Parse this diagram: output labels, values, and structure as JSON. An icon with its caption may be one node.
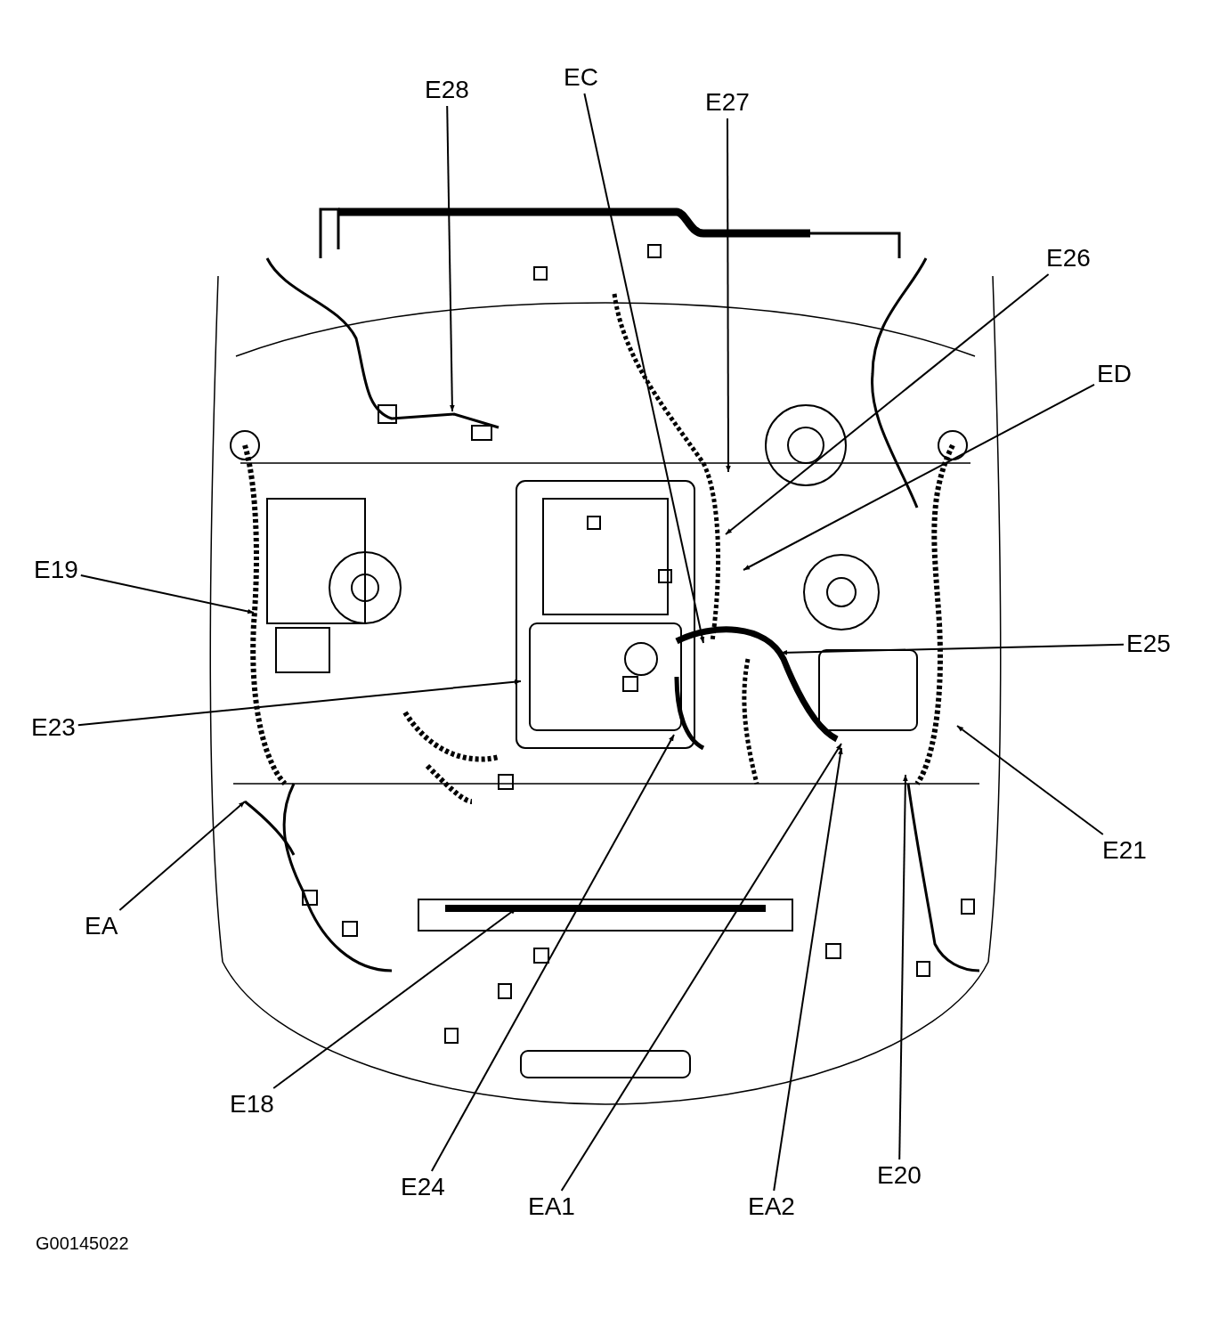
{
  "diagram": {
    "nodes": [
      {
        "text": [
          "EC"
        ]
      },
      {
        "text": [
          "E28"
        ]
      },
      {
        "text": [
          "E27"
        ]
      },
      {
        "text": [
          "E26"
        ]
      },
      {
        "text": [
          "ED"
        ]
      },
      {
        "text": [
          "E19"
        ]
      },
      {
        "text": [
          "E25"
        ]
      },
      {
        "text": [
          "E23"
        ]
      },
      {
        "text": [
          "E21"
        ]
      },
      {
        "text": [
          "EA"
        ]
      },
      {
        "text": [
          "E18"
        ]
      },
      {
        "text": [
          "E20"
        ]
      },
      {
        "text": [
          "E24"
        ]
      },
      {
        "text": [
          "EA1"
        ]
      },
      {
        "text": [
          "EA2"
        ]
      }
    ],
    "edges": [
      {
        "from": 0,
        "to": null,
        "arrow": "to"
      },
      {
        "from": 1,
        "to": null,
        "arrow": "to"
      },
      {
        "from": 2,
        "to": null,
        "arrow": "to"
      },
      {
        "from": 3,
        "to": null,
        "arrow": "to"
      },
      {
        "from": 4,
        "to": null,
        "arrow": "to"
      },
      {
        "from": 5,
        "to": null,
        "arrow": "to"
      },
      {
        "from": 6,
        "to": null,
        "arrow": "to"
      },
      {
        "from": 7,
        "to": null,
        "arrow": "to"
      },
      {
        "from": 8,
        "to": null,
        "arrow": "to"
      },
      {
        "from": 9,
        "to": null,
        "arrow": "to"
      },
      {
        "from": 10,
        "to": null,
        "arrow": "to"
      },
      {
        "from": 11,
        "to": null,
        "arrow": "to"
      },
      {
        "from": 12,
        "to": null,
        "arrow": "to"
      },
      {
        "from": 13,
        "to": null,
        "arrow": "to"
      },
      {
        "from": 14,
        "to": null,
        "arrow": "to"
      }
    ],
    "labels": [
      "G00145022"
    ]
  }
}
